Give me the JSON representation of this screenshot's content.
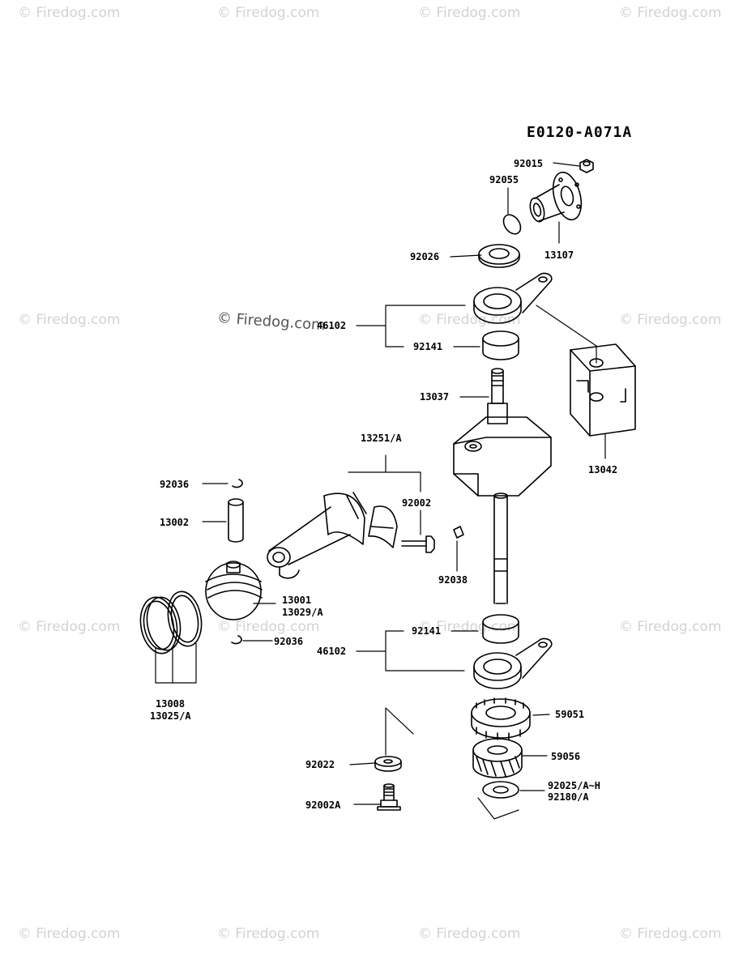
{
  "watermark": "© Firedog.com",
  "watermark_inline": "© Firedog.com",
  "diagram_code": "E0120-A071A",
  "parts": {
    "p92015": "92015",
    "p92055": "92055",
    "p13107": "13107",
    "p92026": "92026",
    "p46102_top": "46102",
    "p92141_top": "92141",
    "p13037": "13037",
    "p13042": "13042",
    "p13251A": "13251/A",
    "p92036_top": "92036",
    "p92002": "92002",
    "p13002": "13002",
    "p92038": "92038",
    "p13001": "13001",
    "p13029A": "13029/A",
    "p92036_bottom": "92036",
    "p92141_bottom": "92141",
    "p46102_bottom": "46102",
    "p13008": "13008",
    "p13025A": "13025/A",
    "p59051": "59051",
    "p92022": "92022",
    "p59056": "59056",
    "p92025AH": "92025/A~H",
    "p92180A": "92180/A",
    "p92002A": "92002A"
  }
}
